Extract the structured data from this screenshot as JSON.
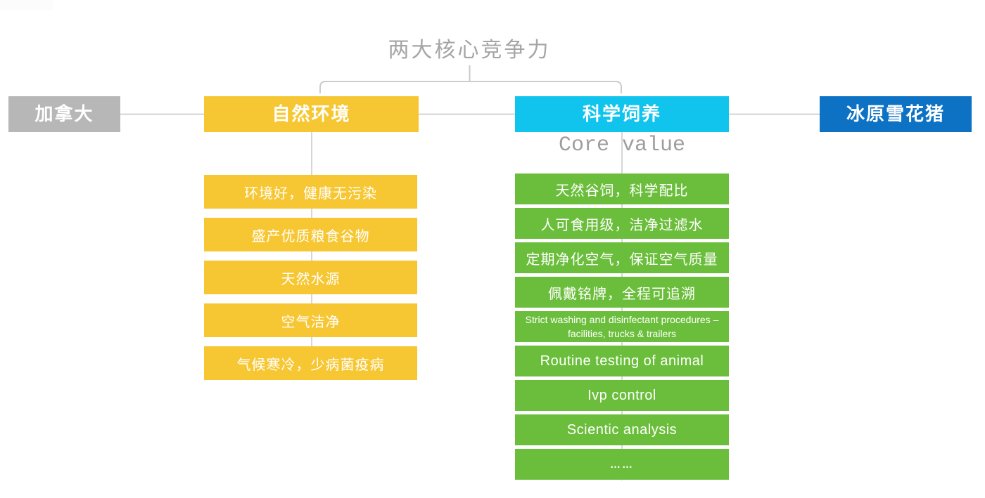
{
  "title": "两大核心竞争力",
  "core_value_label": "Core value",
  "nodes": {
    "canada": {
      "label": "加拿大",
      "color": "#b7b7b7"
    },
    "natural_environment": {
      "label": "自然环境",
      "color": "#f7c733"
    },
    "scientific_feeding": {
      "label": "科学饲养",
      "color": "#10c4ee"
    },
    "snowflake_pork": {
      "label": "冰原雪花猪",
      "color": "#0d72c4"
    }
  },
  "natural_environment_items": [
    "环境好，健康无污染",
    "盛产优质粮食谷物",
    "天然水源",
    "空气洁净",
    "气候寒冷，少病菌疫病"
  ],
  "scientific_feeding_items": [
    "天然谷饲，科学配比",
    "人可食用级，洁净过滤水",
    "定期净化空气，保证空气质量",
    "佩戴铭牌，全程可追溯",
    "Strict washing and disinfectant procedures – facilities, trucks & trailers",
    "Routine testing of animal",
    "Ivp control",
    "Scientic analysis",
    "……"
  ],
  "colors": {
    "item_yellow": "#f7c733",
    "item_green": "#6bbe3b",
    "node_gray": "#b7b7b7",
    "node_cyan": "#10c4ee",
    "node_blue": "#0d72c4",
    "connector_line": "#c9c9c9",
    "title_text": "#a5a5a5",
    "core_value_text": "#9e9e9e",
    "item_text": "#ffffff"
  }
}
